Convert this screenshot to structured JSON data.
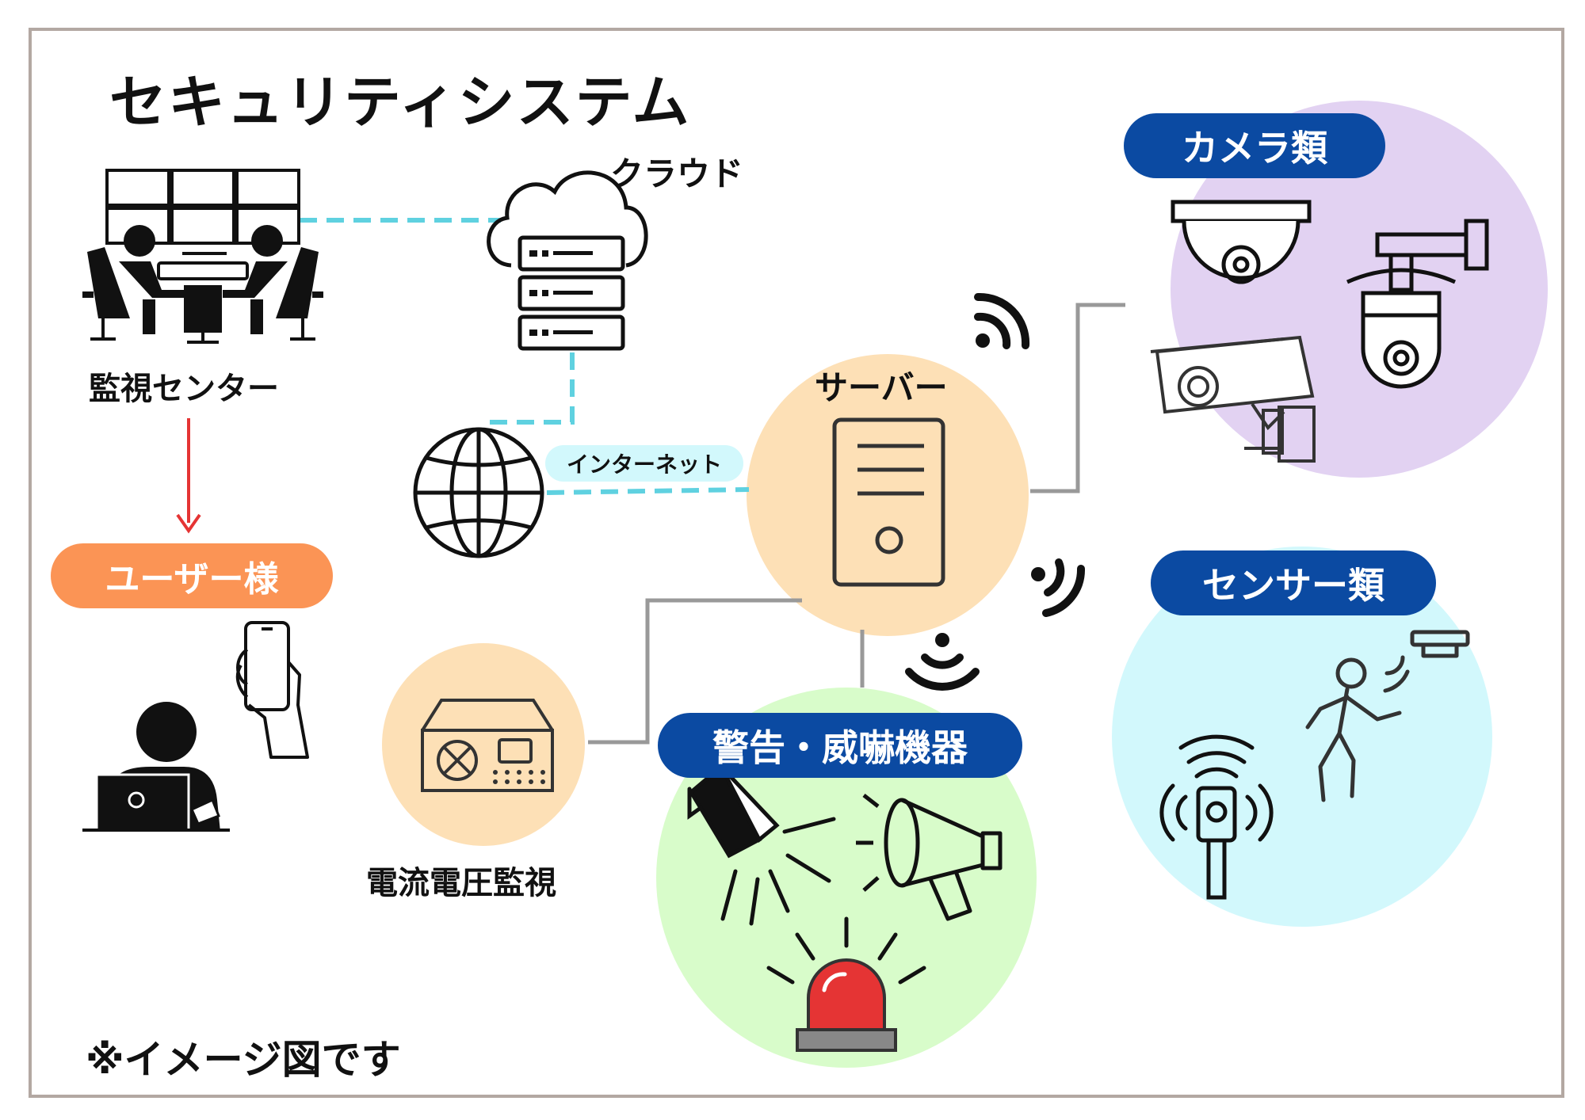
{
  "title": "セキュリティシステム",
  "footnote": "※イメージ図です",
  "nodes": {
    "monitoring_center": "監視センター",
    "cloud": "クラウド",
    "internet": "インターネット",
    "server": "サーバー",
    "user": "ユーザー様",
    "power_monitor": "電流電圧監視"
  },
  "groups": {
    "cameras": "カメラ類",
    "sensors": "センサー類",
    "warning_devices": "警告・威嚇機器"
  },
  "colors": {
    "navy": "#0b4aa2",
    "orange": "#fb9455",
    "purple": "#e2d2f2",
    "cyan": "#d2f8fc",
    "green": "#d8fcca",
    "peach": "#fde0b6",
    "dash": "#5fd1e0",
    "gray_line": "#999999",
    "red": "#e53434",
    "frame": "#b3a8a2"
  },
  "icons": [
    "monitoring-center-icon",
    "cloud-server-icon",
    "globe-icon",
    "server-tower-icon",
    "power-supply-icon",
    "dome-camera-icon",
    "ptz-camera-icon",
    "bullet-camera-icon",
    "motion-sensor-icon",
    "beacon-sensor-icon",
    "spotlight-icon",
    "megaphone-icon",
    "siren-icon",
    "smartphone-icon",
    "laptop-user-icon",
    "wifi-signal-icon"
  ]
}
